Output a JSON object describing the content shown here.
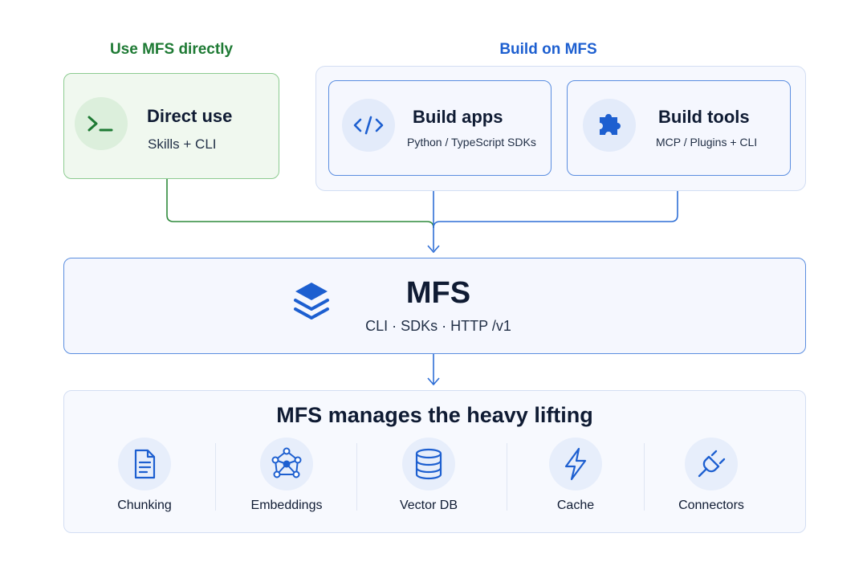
{
  "sections": {
    "direct_label": "Use MFS directly",
    "build_label": "Build on MFS"
  },
  "cards": {
    "direct": {
      "title": "Direct use",
      "subtitle": "Skills + CLI"
    },
    "apps": {
      "title": "Build apps",
      "subtitle": "Python / TypeScript SDKs"
    },
    "tools": {
      "title": "Build tools",
      "subtitle": "MCP / Plugins + CLI"
    }
  },
  "mfs": {
    "title": "MFS",
    "subtitle": "CLI · SDKs · HTTP /v1"
  },
  "heavy": {
    "title": "MFS manages the heavy lifting",
    "features": [
      {
        "label": "Chunking",
        "icon": "document-icon"
      },
      {
        "label": "Embeddings",
        "icon": "network-icon"
      },
      {
        "label": "Vector DB",
        "icon": "database-icon"
      },
      {
        "label": "Cache",
        "icon": "lightning-icon"
      },
      {
        "label": "Connectors",
        "icon": "plug-icon"
      }
    ]
  },
  "colors": {
    "green": "#1e7a34",
    "blue": "#1d5fd0",
    "green_border": "#8ccb90",
    "blue_border": "#5b8ee0"
  }
}
